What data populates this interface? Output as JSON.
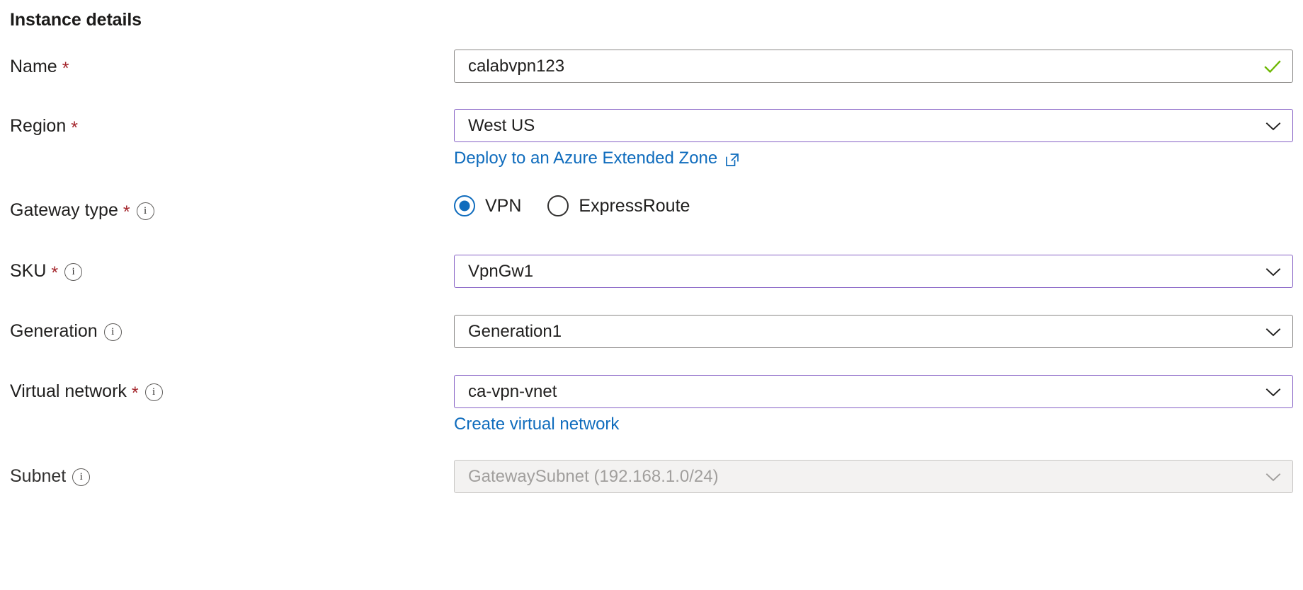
{
  "section": {
    "title": "Instance details"
  },
  "colors": {
    "accent_border": "#8661c5",
    "default_border": "#8a8886",
    "link": "#0f6cbd",
    "required_star": "#a4262c",
    "validation_check": "#6bb700",
    "radio_selected": "#0f6cbd",
    "disabled_background": "#f3f2f1",
    "disabled_text": "#a19f9d"
  },
  "fields": {
    "name": {
      "label": "Name",
      "required_marker": "*",
      "value": "calabvpn123",
      "state_icon": "checkmark-icon"
    },
    "region": {
      "label": "Region",
      "required_marker": "*",
      "value": "West US",
      "state_icon": "chevron-down-icon",
      "link": {
        "text": "Deploy to an Azure Extended Zone",
        "icon": "external-link-icon"
      }
    },
    "gateway_type": {
      "label": "Gateway type",
      "required_marker": "*",
      "info_icon": "info-icon",
      "selected": "VPN",
      "options": [
        {
          "label": "VPN",
          "selected": true
        },
        {
          "label": "ExpressRoute",
          "selected": false
        }
      ]
    },
    "sku": {
      "label": "SKU",
      "required_marker": "*",
      "info_icon": "info-icon",
      "value": "VpnGw1",
      "state_icon": "chevron-down-icon"
    },
    "generation": {
      "label": "Generation",
      "info_icon": "info-icon",
      "value": "Generation1",
      "state_icon": "chevron-down-icon"
    },
    "virtual_network": {
      "label": "Virtual network",
      "required_marker": "*",
      "info_icon": "info-icon",
      "value": "ca-vpn-vnet",
      "state_icon": "chevron-down-icon",
      "link": {
        "text": "Create virtual network"
      }
    },
    "subnet": {
      "label": "Subnet",
      "info_icon": "info-icon",
      "value": "GatewaySubnet (192.168.1.0/24)",
      "state_icon": "chevron-down-icon",
      "disabled": true
    }
  }
}
